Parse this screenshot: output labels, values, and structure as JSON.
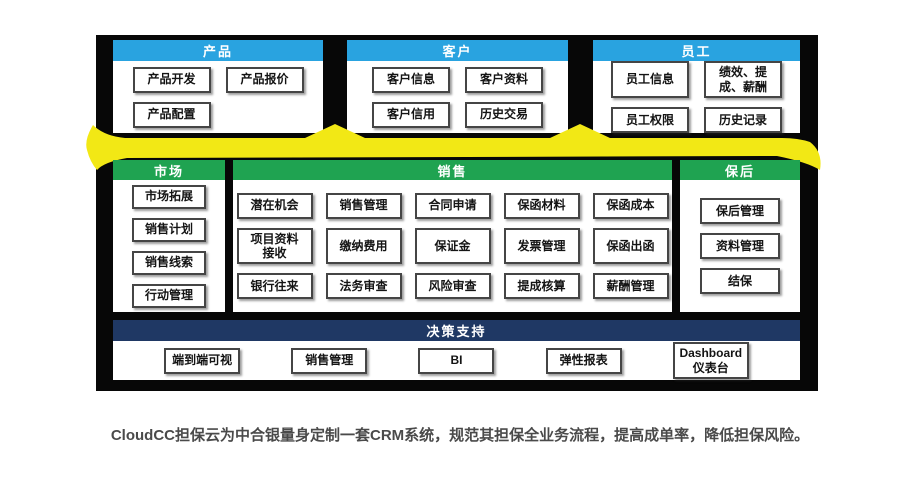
{
  "colors": {
    "blue_header": "#29A3E0",
    "green_header": "#1FA351",
    "navy_header": "#1F3864",
    "ribbon_yellow": "#F2E815",
    "canvas_background": "#070707",
    "button_border": "#454545",
    "caption_text": "#4A4A4A"
  },
  "top_row": [
    {
      "title": "产品",
      "items": [
        "产品开发",
        "产品报价",
        "产品配置"
      ]
    },
    {
      "title": "客户",
      "items": [
        "客户信息",
        "客户资料",
        "客户信用",
        "历史交易"
      ]
    },
    {
      "title": "员工",
      "items": [
        "员工信息",
        "绩效、提\n成、薪酬",
        "员工权限",
        "历史记录"
      ]
    }
  ],
  "middle_row": [
    {
      "title": "市场",
      "items": [
        "市场拓展",
        "销售计划",
        "销售线索",
        "行动管理"
      ]
    },
    {
      "title": "销售",
      "items": [
        "潜在机会",
        "销售管理",
        "合同申请",
        "保函材料",
        "保函成本",
        "项目资料\n接收",
        "缴纳费用",
        "保证金",
        "发票管理",
        "保函出函",
        "银行往来",
        "法务审查",
        "风险审查",
        "提成核算",
        "薪酬管理"
      ]
    },
    {
      "title": "保后",
      "items": [
        "保后管理",
        "资料管理",
        "结保"
      ]
    }
  ],
  "bottom": {
    "title": "决策支持",
    "items": [
      "端到端可视",
      "销售管理",
      "BI",
      "弹性报表",
      "Dashboard\n仪表台"
    ]
  },
  "caption": "CloudCC担保云为中合银量身定制一套CRM系统，规范其担保全业务流程，提高成单率，降低担保风险。"
}
